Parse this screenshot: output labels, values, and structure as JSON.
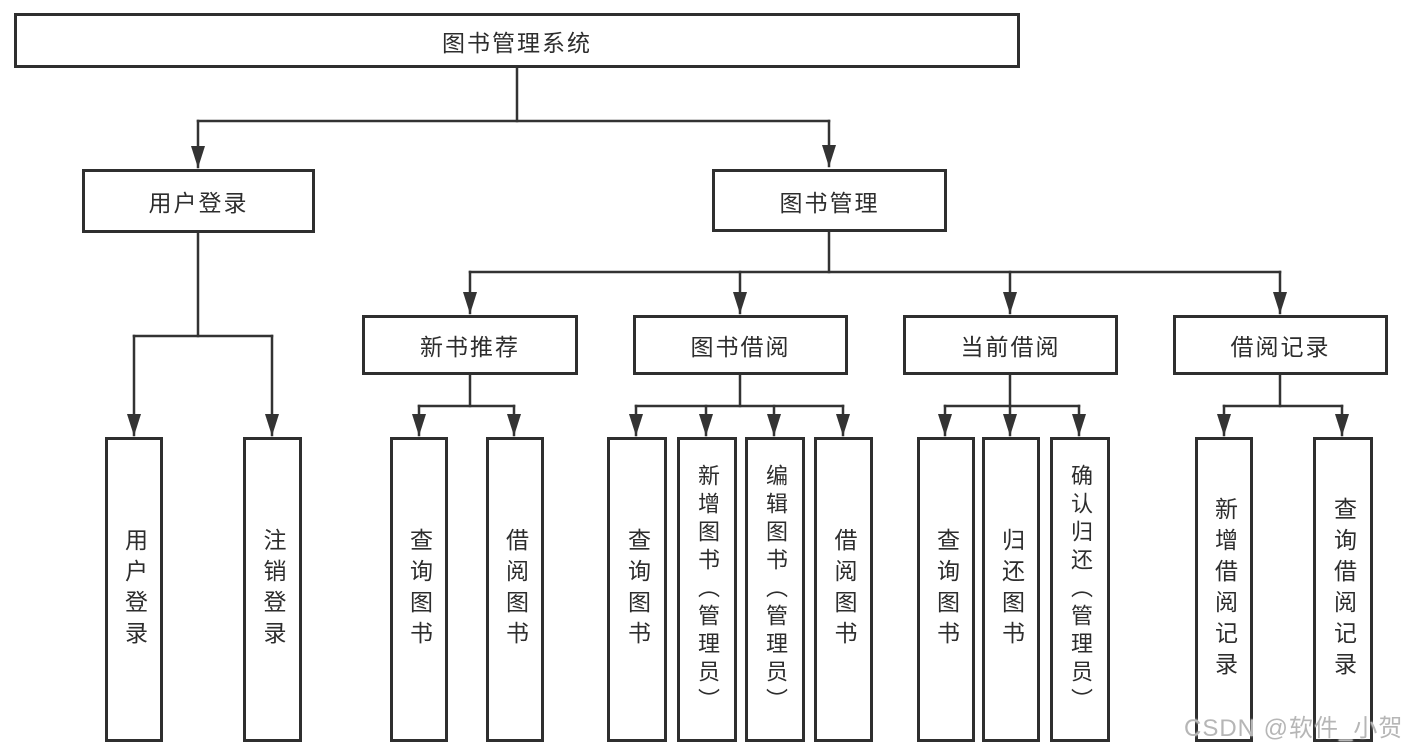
{
  "nodes": {
    "root": {
      "label": "图书管理系统"
    },
    "user_login_group": {
      "label": "用户登录"
    },
    "book_management": {
      "label": "图书管理"
    },
    "user_login": {
      "label": "用户登录"
    },
    "logout_login": {
      "label": "注销登录"
    },
    "new_book_recommend": {
      "label": "新书推荐"
    },
    "book_borrowing": {
      "label": "图书借阅"
    },
    "current_borrowing": {
      "label": "当前借阅"
    },
    "borrowing_records": {
      "label": "借阅记录"
    },
    "nbr_query_books": {
      "label": "查询图书"
    },
    "nbr_borrow_books": {
      "label": "借阅图书"
    },
    "bb_query_books": {
      "label": "查询图书"
    },
    "bb_add_books_admin": {
      "label": "新增图书（管理员）"
    },
    "bb_edit_books_admin": {
      "label": "编辑图书（管理员）"
    },
    "bb_borrow_books": {
      "label": "借阅图书"
    },
    "cb_query_books": {
      "label": "查询图书"
    },
    "cb_return_books": {
      "label": "归还图书"
    },
    "cb_confirm_return_admin": {
      "label": "确认归还（管理员）"
    },
    "br_add_record": {
      "label": "新增借阅记录"
    },
    "br_query_record": {
      "label": "查询借阅记录"
    }
  },
  "structure": {
    "图书管理系统": {
      "用户登录": [
        "用户登录",
        "注销登录"
      ],
      "图书管理": {
        "新书推荐": [
          "查询图书",
          "借阅图书"
        ],
        "图书借阅": [
          "查询图书",
          "新增图书（管理员）",
          "编辑图书（管理员）",
          "借阅图书"
        ],
        "当前借阅": [
          "查询图书",
          "归还图书",
          "确认归还（管理员）"
        ],
        "借阅记录": [
          "新增借阅记录",
          "查询借阅记录"
        ]
      }
    }
  },
  "watermark": {
    "text": "CSDN @软件_小贺同学",
    "color": "#b6b6b6"
  },
  "colors": {
    "background": "#ffffff",
    "line": "#333333",
    "box_border": "#2f2f2f",
    "box_fill": "#ffffff",
    "text": "#2d2d2d"
  }
}
